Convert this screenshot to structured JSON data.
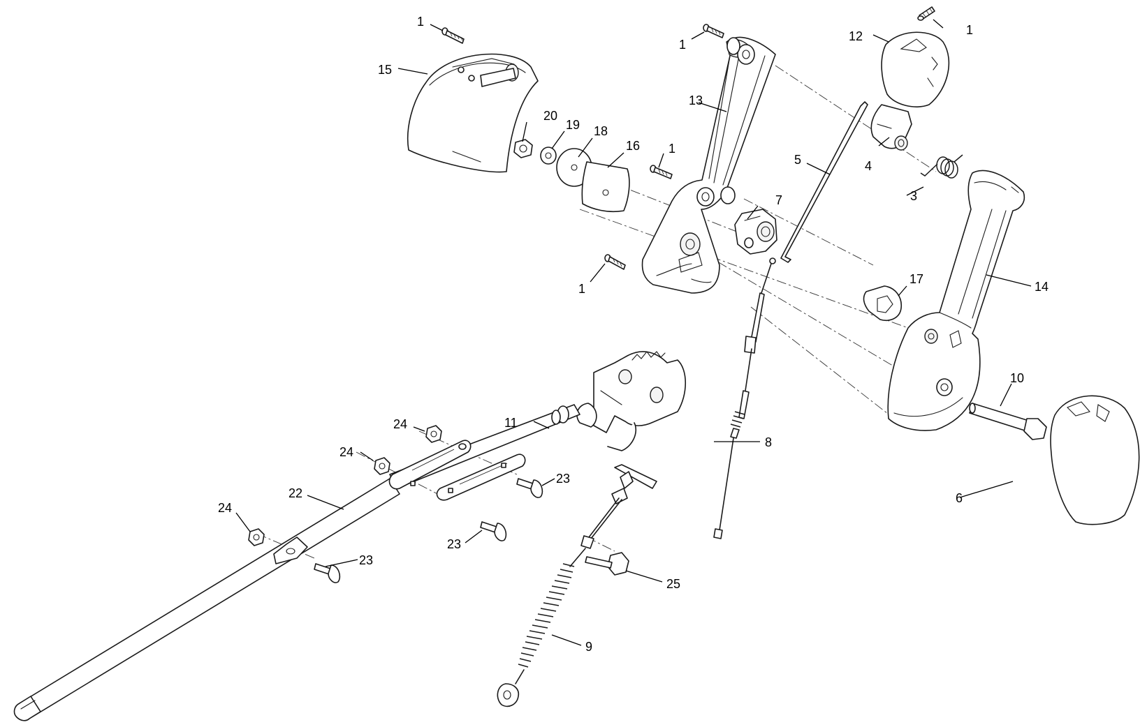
{
  "callouts": [
    {
      "id": "c1a",
      "text": "1"
    },
    {
      "id": "c1b",
      "text": "1"
    },
    {
      "id": "c1c",
      "text": "1"
    },
    {
      "id": "c1d",
      "text": "1"
    },
    {
      "id": "c1e",
      "text": "1"
    },
    {
      "id": "c3",
      "text": "3"
    },
    {
      "id": "c4",
      "text": "4"
    },
    {
      "id": "c5",
      "text": "5"
    },
    {
      "id": "c6",
      "text": "6"
    },
    {
      "id": "c7",
      "text": "7"
    },
    {
      "id": "c8",
      "text": "8"
    },
    {
      "id": "c9",
      "text": "9"
    },
    {
      "id": "c10",
      "text": "10"
    },
    {
      "id": "c11",
      "text": "11"
    },
    {
      "id": "c12",
      "text": "12"
    },
    {
      "id": "c13",
      "text": "13"
    },
    {
      "id": "c14",
      "text": "14"
    },
    {
      "id": "c15",
      "text": "15"
    },
    {
      "id": "c16",
      "text": "16"
    },
    {
      "id": "c17",
      "text": "17"
    },
    {
      "id": "c18",
      "text": "18"
    },
    {
      "id": "c19",
      "text": "19"
    },
    {
      "id": "c20",
      "text": "20"
    },
    {
      "id": "c22",
      "text": "22"
    },
    {
      "id": "c23a",
      "text": "23"
    },
    {
      "id": "c23b",
      "text": "23"
    },
    {
      "id": "c23c",
      "text": "23"
    },
    {
      "id": "c24a",
      "text": "24"
    },
    {
      "id": "c24b",
      "text": "24"
    },
    {
      "id": "c24c",
      "text": "24"
    },
    {
      "id": "c25",
      "text": "25"
    }
  ]
}
